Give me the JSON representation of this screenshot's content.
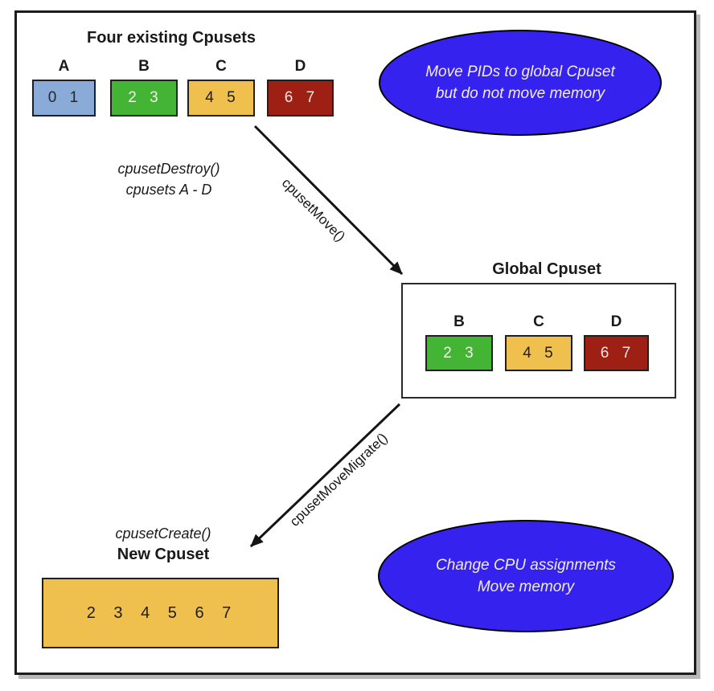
{
  "colors": {
    "callout_bg": "#3522ee",
    "frame_border": "#1c1c1c"
  },
  "top_group": {
    "title": "Four existing Cpusets",
    "cpusets": [
      {
        "label": "A",
        "cpus": "0 1",
        "bg": "#8aabd7",
        "fg": "#1e2730"
      },
      {
        "label": "B",
        "cpus": "2 3",
        "bg": "#44b434",
        "fg": "#eef4e8"
      },
      {
        "label": "C",
        "cpus": "4 5",
        "bg": "#f0c04e",
        "fg": "#201d14"
      },
      {
        "label": "D",
        "cpus": "6 7",
        "bg": "#9e2015",
        "fg": "#f2e4e0"
      }
    ]
  },
  "destroy_note": {
    "line1": "cpusetDestroy()",
    "line2": "cpusets A - D"
  },
  "arrow_move": {
    "label": "cpusetMove()"
  },
  "arrow_move_migrate": {
    "label": "cpusetMoveMigrate()"
  },
  "global_group": {
    "title": "Global Cpuset",
    "cpusets": [
      {
        "label": "B",
        "cpus": "2 3",
        "bg": "#44b434",
        "fg": "#eef4e8"
      },
      {
        "label": "C",
        "cpus": "4 5",
        "bg": "#f0c04e",
        "fg": "#201d14"
      },
      {
        "label": "D",
        "cpus": "6 7",
        "bg": "#9e2015",
        "fg": "#f2e4e0"
      }
    ]
  },
  "create_note": {
    "line1": "cpusetCreate()",
    "line2": "New Cpuset"
  },
  "new_cpuset": {
    "cpus": "2 3 4 5 6 7",
    "bg": "#f0c04e",
    "fg": "#201d14"
  },
  "callout_top": {
    "line1": "Move PIDs to global Cpuset",
    "line2": "but do not move memory"
  },
  "callout_bottom": {
    "line1": "Change CPU assignments",
    "line2": "Move memory"
  }
}
